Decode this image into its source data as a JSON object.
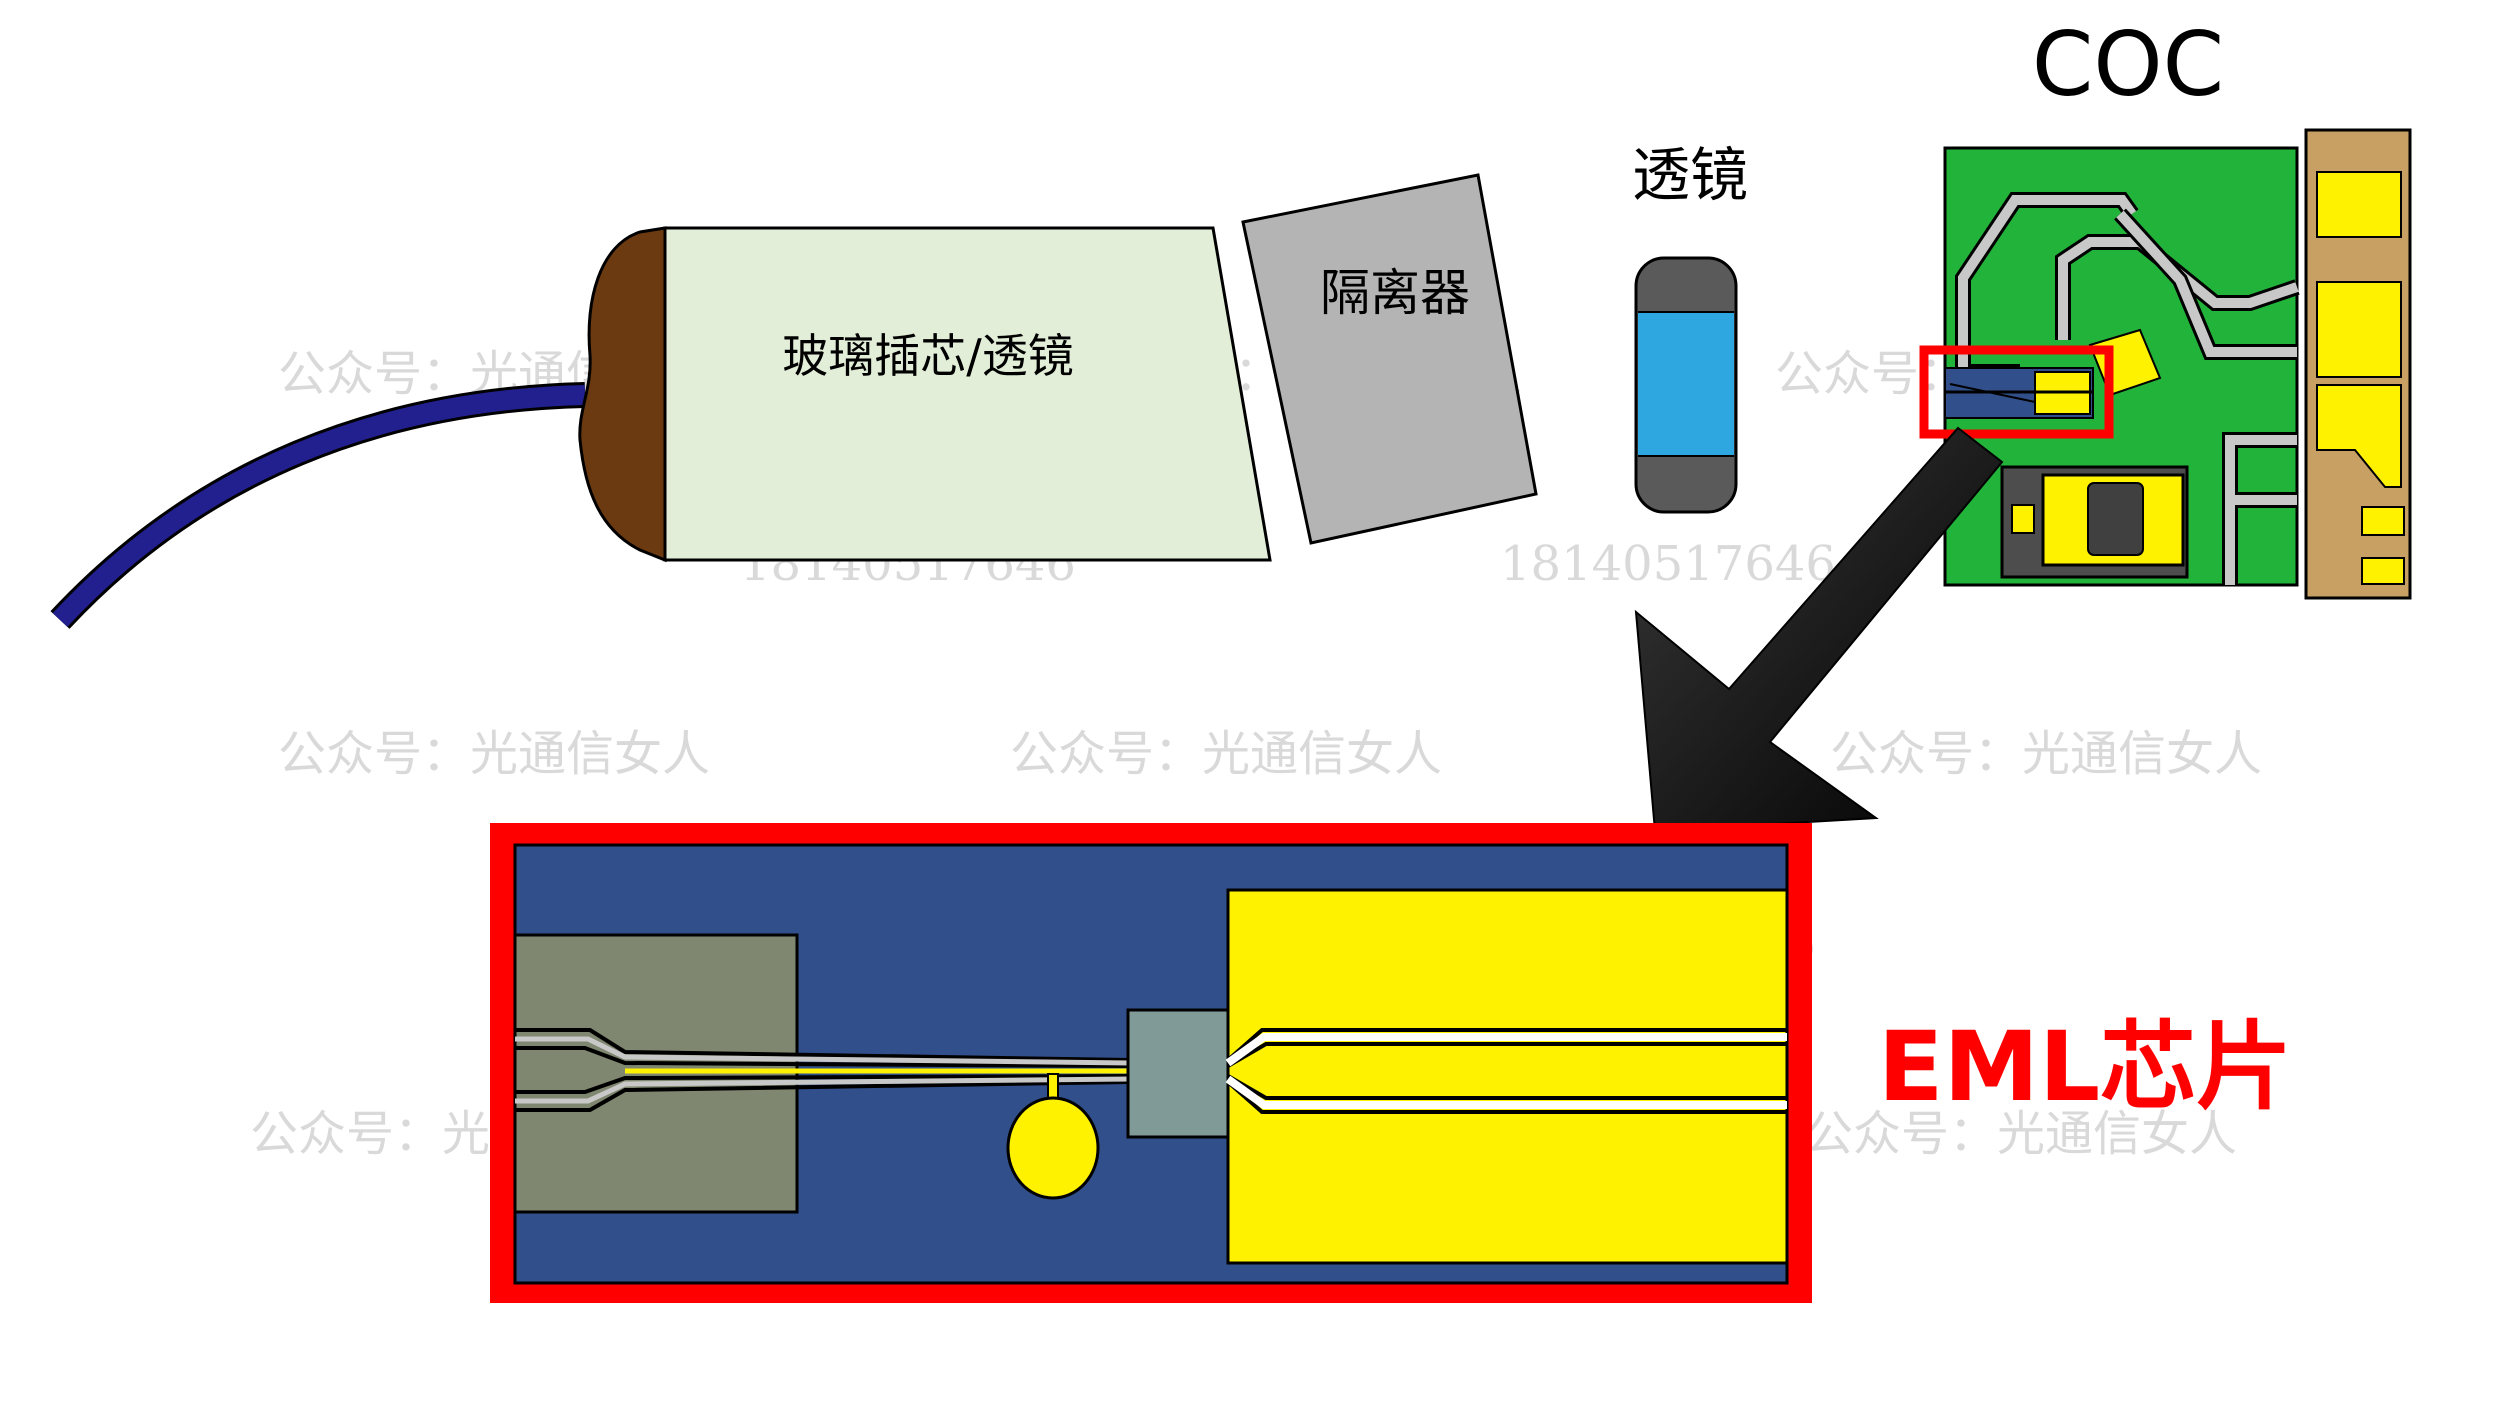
{
  "labels": {
    "ferrule": "玻璃插芯/透镜",
    "isolator": "隔离器",
    "lens": "透镜",
    "coc": "COC",
    "eml_chip": "EML芯片"
  },
  "watermarks": {
    "account": "公众号：光通信女人",
    "phone": "18140517646"
  },
  "colors": {
    "fiber": "#22208e",
    "ferrule_cap": "#6b3a10",
    "ferrule_body": "#e2eed8",
    "isolator": "#b4b4b4",
    "lens_body": "#2ea6df",
    "lens_cap": "#5a5a5a",
    "pcb_green": "#22b33a",
    "trace_gray": "#c8c8c8",
    "gold_yellow": "#fff200",
    "substrate_tan": "#c9a064",
    "highlight_red": "#ff0000",
    "chip_blue": "#314f8a",
    "chip_gray": "#7f8770",
    "chip_modulator": "#7f9a97",
    "arrow": "#000000"
  }
}
